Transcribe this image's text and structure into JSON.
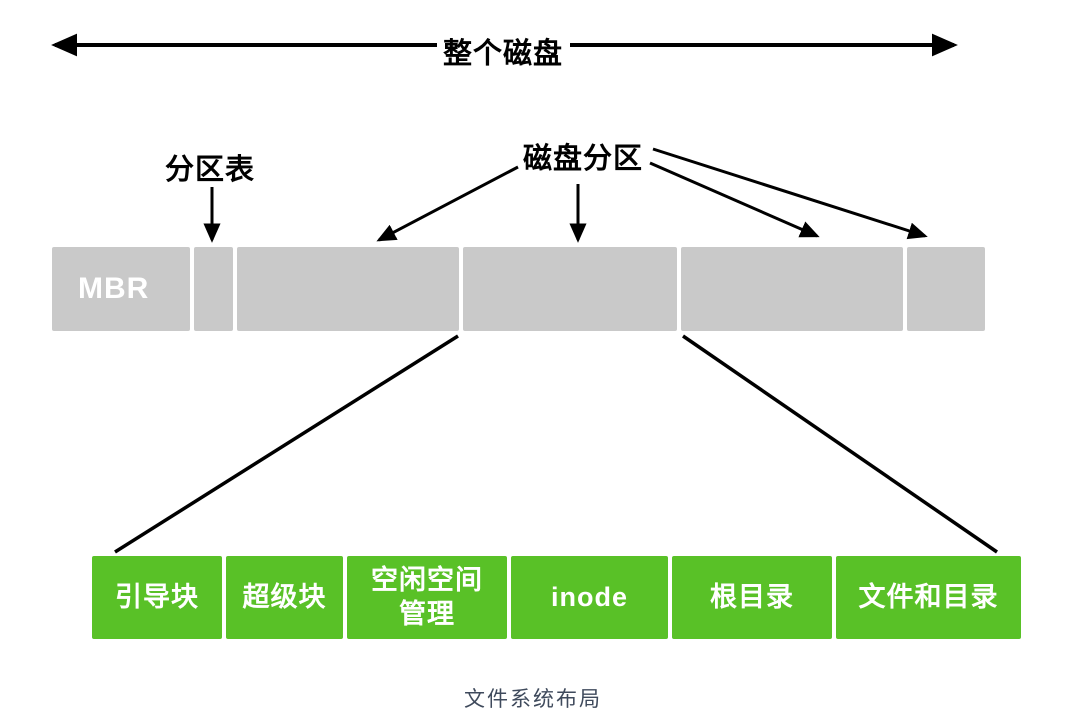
{
  "whole_disk": {
    "label": "整个磁盘"
  },
  "labels": {
    "partition_table": "分区表",
    "disk_partition": "磁盘分区"
  },
  "disk_bar": {
    "segments": [
      {
        "name": "mbr",
        "label": "MBR"
      },
      {
        "name": "partition-table",
        "label": ""
      },
      {
        "name": "partition-1",
        "label": ""
      },
      {
        "name": "partition-2",
        "label": ""
      },
      {
        "name": "partition-3",
        "label": ""
      },
      {
        "name": "partition-4",
        "label": ""
      }
    ]
  },
  "filesystem_bar": {
    "segments": [
      {
        "name": "boot-block",
        "label": "引导块"
      },
      {
        "name": "super-block",
        "label": "超级块"
      },
      {
        "name": "free-space-management",
        "label": "空闲空间管理"
      },
      {
        "name": "inode",
        "label": "inode"
      },
      {
        "name": "root-directory",
        "label": "根目录"
      },
      {
        "name": "files-and-directories",
        "label": "文件和目录"
      }
    ]
  },
  "caption": "文件系统布局",
  "colors": {
    "disk_bar": "#c9c9c9",
    "filesystem_bar": "#59c127",
    "segment_text": "#ffffff",
    "caption_text": "#3f4a5c",
    "line": "#000000"
  }
}
